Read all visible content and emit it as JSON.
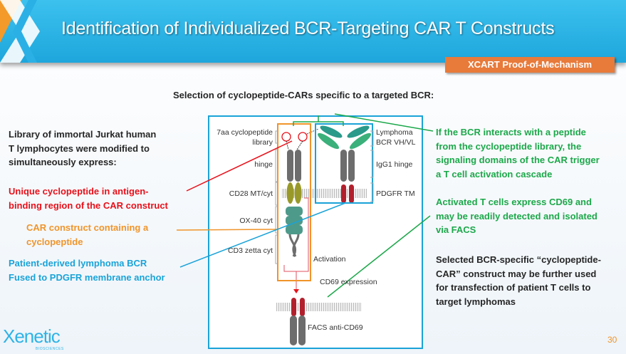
{
  "header": {
    "title": "Identification of Individualized BCR-Targeting CAR T Constructs",
    "tag": "XCART Proof-of-Mechanism"
  },
  "subtitle": "Selection of cyclopeptide-CARs specific to a targeted BCR:",
  "left": {
    "intro": [
      "Library of immortal Jurkat human",
      "T lymphocytes were modified to",
      "simultaneously express:"
    ],
    "red": [
      "Unique cyclopeptide in antigen-",
      "binding region of the CAR construct"
    ],
    "orange": [
      "CAR construct containing a",
      "cyclopeptide"
    ],
    "blue": [
      "Patient-derived lymphoma BCR",
      "Fused to PDGFR membrane anchor"
    ]
  },
  "right": {
    "green1": [
      "If the BCR interacts with a peptide",
      "from the cyclopeptide library, the",
      "signaling domains of the CAR trigger",
      "a T cell activation cascade"
    ],
    "green2": [
      "Activated T cells express CD69 and",
      "may be readily detected and isolated",
      "via FACS"
    ],
    "dark": [
      "Selected BCR-specific “cyclopeptide-",
      "CAR” construct may be further used",
      "for transfection of patient T cells to",
      "target lymphomas"
    ]
  },
  "diagram": {
    "labels_left": [
      "7aa cyclopeptide",
      "library",
      "hinge",
      "CD28 MT/cyt",
      "OX-40 cyt",
      "CD3 zetta cyt"
    ],
    "labels_right": [
      "Lymphoma",
      "BCR VH/VL",
      "IgG1 hinge",
      "PDGFR TM"
    ],
    "activation": "Activation",
    "cd69": "CD69 expression",
    "facs": "FACS anti-CD69"
  },
  "footer": {
    "logo": "Xenetic",
    "logo_sub": "BIOSCIENCES",
    "page": "30"
  },
  "colors": {
    "banner": "#1ea6dc",
    "tag": "#e87a3a",
    "red": "#e8101a",
    "orange": "#f0942a",
    "blue": "#1aa3d8",
    "green": "#1ca84a"
  }
}
